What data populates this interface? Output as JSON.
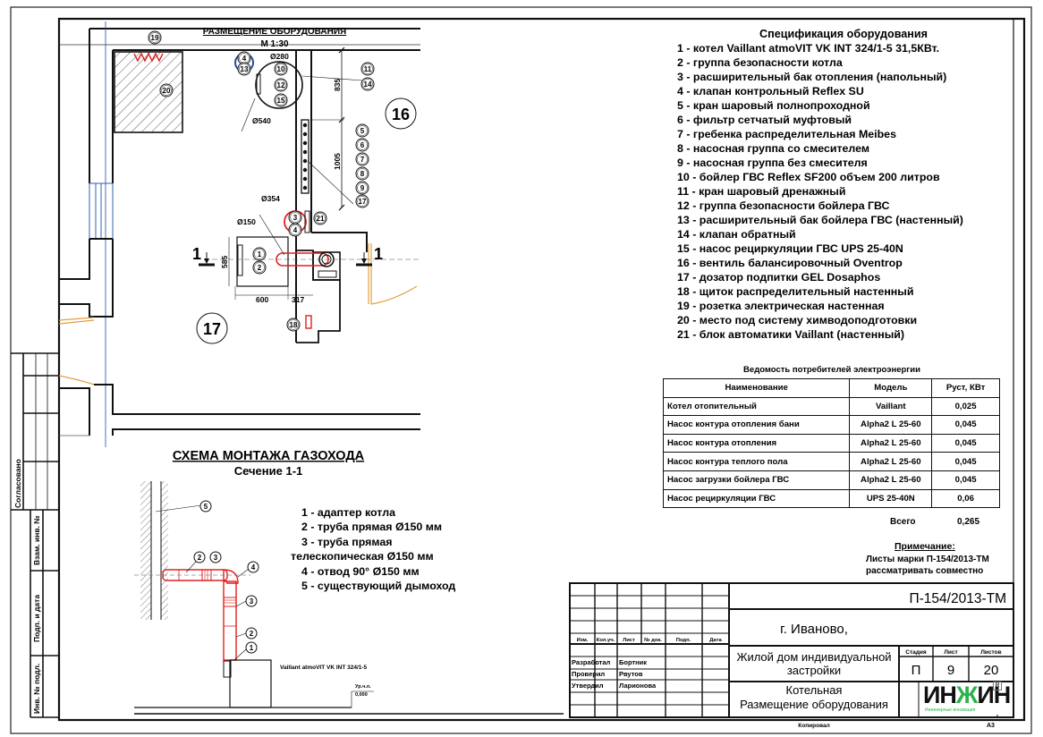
{
  "plan": {
    "title": "РАЗМЕЩЕНИЕ ОБОРУДОВАНИЯ",
    "scale": "М 1:30",
    "room_labels": [
      "16",
      "17"
    ],
    "callouts": [
      "19",
      "20",
      "4",
      "13",
      "10",
      "12",
      "15",
      "11",
      "14",
      "5",
      "6",
      "7",
      "8",
      "9",
      "17",
      "3",
      "4",
      "21",
      "1",
      "2",
      "18"
    ],
    "dimensions": {
      "d_expansion_small": "Ø280",
      "d_boiler_tank": "Ø540",
      "d_expansion_large": "Ø354",
      "d_flue": "Ø150",
      "wall_upper": "835",
      "wall_lower": "1005",
      "boiler_depth": "585",
      "boiler_width": "600",
      "clearance": "317"
    },
    "section_marker": "1"
  },
  "spec": {
    "title": "Спецификация оборудования",
    "items": [
      "1 - котел Vaillant atmoVIT VK INT 324/1-5 31,5КВт.",
      "2 - группа безопасности котла",
      "3 - расширительный бак отопления (напольный)",
      "4 - клапан контрольный Reflex SU",
      "5 - кран шаровый полнопроходной",
      "6 - фильтр сетчатый муфтовый",
      "7 - гребенка распределительная Meibes",
      "8 - насосная группа со смесителем",
      "9 - насосная группа без смесителя",
      "10 - бойлер ГВС Reflex SF200 объем 200 литров",
      "11 - кран шаровый дренажный",
      "12 - группа безопасности бойлера ГВС",
      "13 - расширительный бак бойлера ГВС (настенный)",
      "14 - клапан обратный",
      "15 - насос рециркуляции ГВС UPS 25-40N",
      "16 - вентиль балансировочный Oventrop",
      "17 - дозатор подпитки GEL Dosaphos",
      "18 - щиток распределительный настенный",
      "19 - розетка электрическая настенная",
      "20 - место под систему химводоподготовки",
      "21 - блок автоматики Vaillant (настенный)"
    ]
  },
  "consumers": {
    "title": "Ведомость потребителей электроэнергии",
    "headers": [
      "Наименование",
      "Модель",
      "Руст, КВт"
    ],
    "rows": [
      [
        "Котел отопительный",
        "Vaillant",
        "0,025"
      ],
      [
        "Насос контура отопления бани",
        "Alpha2 L 25-60",
        "0,045"
      ],
      [
        "Насос контура отопления",
        "Alpha2 L 25-60",
        "0,045"
      ],
      [
        "Насос контура теплого пола",
        "Alpha2 L 25-60",
        "0,045"
      ],
      [
        "Насос загрузки бойлера ГВС",
        "Alpha2 L 25-60",
        "0,045"
      ],
      [
        "Насос рециркуляции ГВС",
        "UPS 25-40N",
        "0,06"
      ]
    ],
    "total_label": "Всего",
    "total_value": "0,265"
  },
  "note": {
    "heading": "Примечание:",
    "line1": "Листы марки П-154/2013-ТМ",
    "line2": "рассматривать совместно"
  },
  "flue": {
    "title": "СХЕМА МОНТАЖА ГАЗОХОДА",
    "subtitle": "Сечение 1-1",
    "legend": [
      "1 - адаптер котла",
      "2 - труба прямая Ø150 мм",
      "3 - труба прямая",
      "телескопическая Ø150 мм",
      "4 - отвод 90° Ø150 мм",
      "5 - существующий дымоход"
    ],
    "callouts": [
      "5",
      "2",
      "3",
      "4",
      "3",
      "2",
      "1"
    ],
    "boiler_label": "Vaillant atmoVIT VK INT 324/1-5",
    "level_label_1": "Ур.ч.п.",
    "level_label_2": "0,000"
  },
  "side_stamp": {
    "agreed": "Согласовано",
    "cells": [
      "Взам. инв. №",
      "Подп. и дата",
      "Инв. № подл."
    ]
  },
  "title_block": {
    "code": "П-154/2013-ТМ",
    "city": "г. Иваново,",
    "object_line1": "Жилой дом индивидуальной",
    "object_line2": "застройки",
    "sheet_name_line1": "Котельная",
    "sheet_name_line2": "Размещение оборудования",
    "rev_headers": [
      "Изм.",
      "Кол.уч.",
      "Лист",
      "№ док.",
      "Подп.",
      "Дата"
    ],
    "people": [
      {
        "role": "Разработал",
        "name": "Бортник"
      },
      {
        "role": "Проверил",
        "name": "Рвутов"
      },
      {
        "role": "Утвердил",
        "name": "Ларионова"
      }
    ],
    "stage_header": "Стадия",
    "sheet_header": "Лист",
    "sheets_header": "Листов",
    "stage": "П",
    "sheet": "9",
    "sheets": "20",
    "copied": "Копировал",
    "format": "А3",
    "logo_text": "ИНЖИН",
    "logo_sub": "Инженерные инновации",
    "logo_mark": "R"
  },
  "colors": {
    "line": "#111111",
    "red": "#e02020",
    "blue": "#1a4fa8",
    "orange": "#e0a040",
    "logo_green": "#2bb24c"
  }
}
